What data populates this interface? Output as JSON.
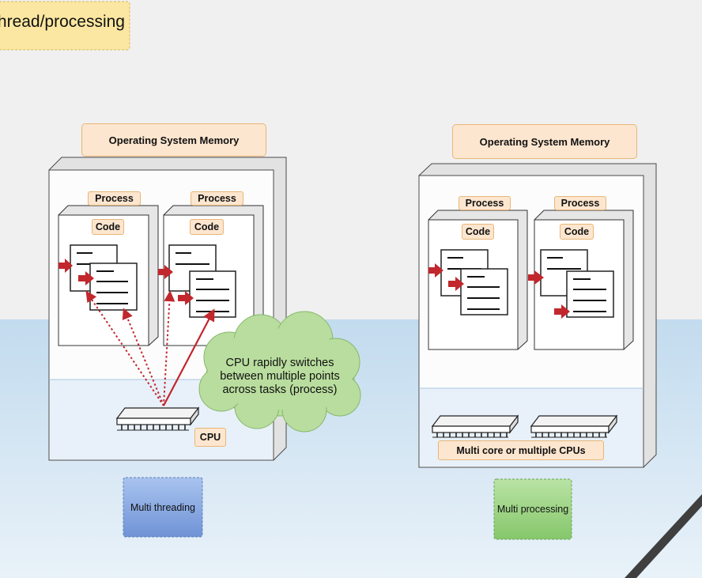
{
  "title_tab": "hread/processing",
  "left_panel": {
    "memory_label": "Operating System Memory",
    "process_labels": [
      "Process",
      "Process"
    ],
    "code_labels": [
      "Code",
      "Code"
    ],
    "cpu_label": "CPU",
    "cloud_text": [
      "CPU rapidly switches",
      "between multiple points",
      "across tasks (process)"
    ]
  },
  "right_panel": {
    "memory_label": "Operating System Memory",
    "process_labels": [
      "Process",
      "Process"
    ],
    "code_labels": [
      "Code",
      "Code"
    ],
    "cpu_label": "Multi core or multiple CPUs"
  },
  "captions": {
    "multi_threading": "Multi threading",
    "multi_processing": "Multi processing"
  },
  "colors": {
    "background": "#f0f0f0",
    "water": "#c9dff0",
    "tag_fill": "#fde6cf",
    "tag_border": "#e8b678",
    "title_fill": "#fbe7a1",
    "arrow_red": "#c1272d",
    "cloud_green": "#b9dd9e",
    "threading_blue": "#7e9fdc",
    "processing_green": "#93d07a"
  }
}
